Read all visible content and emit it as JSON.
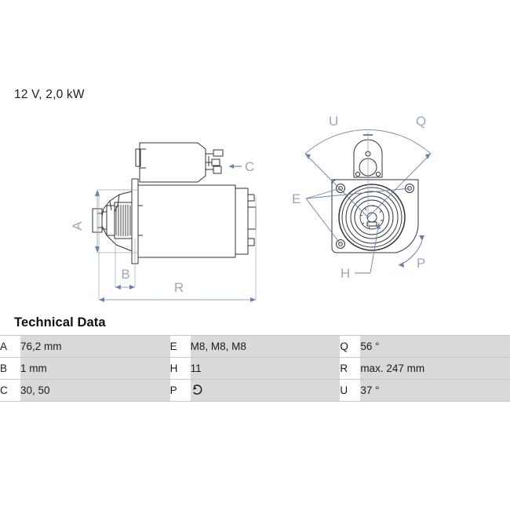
{
  "header": {
    "title": "12 V, 2,0 kW"
  },
  "drawing": {
    "side_view": {
      "labels": {
        "A": "A",
        "B": "B",
        "C": "C",
        "R": "R"
      }
    },
    "end_view": {
      "labels": {
        "U": "U",
        "Q": "Q",
        "E": "E",
        "H": "H",
        "P": "P"
      }
    },
    "line_color": "#6b82a8",
    "dim_color": "#9aa7bb",
    "body_color": "#2f3438"
  },
  "technical_data": {
    "heading": "Technical Data",
    "columns": [
      {
        "rows": [
          {
            "key": "A",
            "value": "76,2 mm"
          },
          {
            "key": "B",
            "value": "1 mm"
          },
          {
            "key": "C",
            "value": "30, 50"
          }
        ]
      },
      {
        "rows": [
          {
            "key": "E",
            "value": "M8, M8, M8"
          },
          {
            "key": "H",
            "value": "11"
          },
          {
            "key": "P",
            "value": "",
            "icon": "rotation-ccw-icon"
          }
        ]
      },
      {
        "rows": [
          {
            "key": "Q",
            "value": "56 °"
          },
          {
            "key": "R",
            "value": "max. 247 mm"
          },
          {
            "key": "U",
            "value": "37 °"
          }
        ]
      }
    ]
  }
}
